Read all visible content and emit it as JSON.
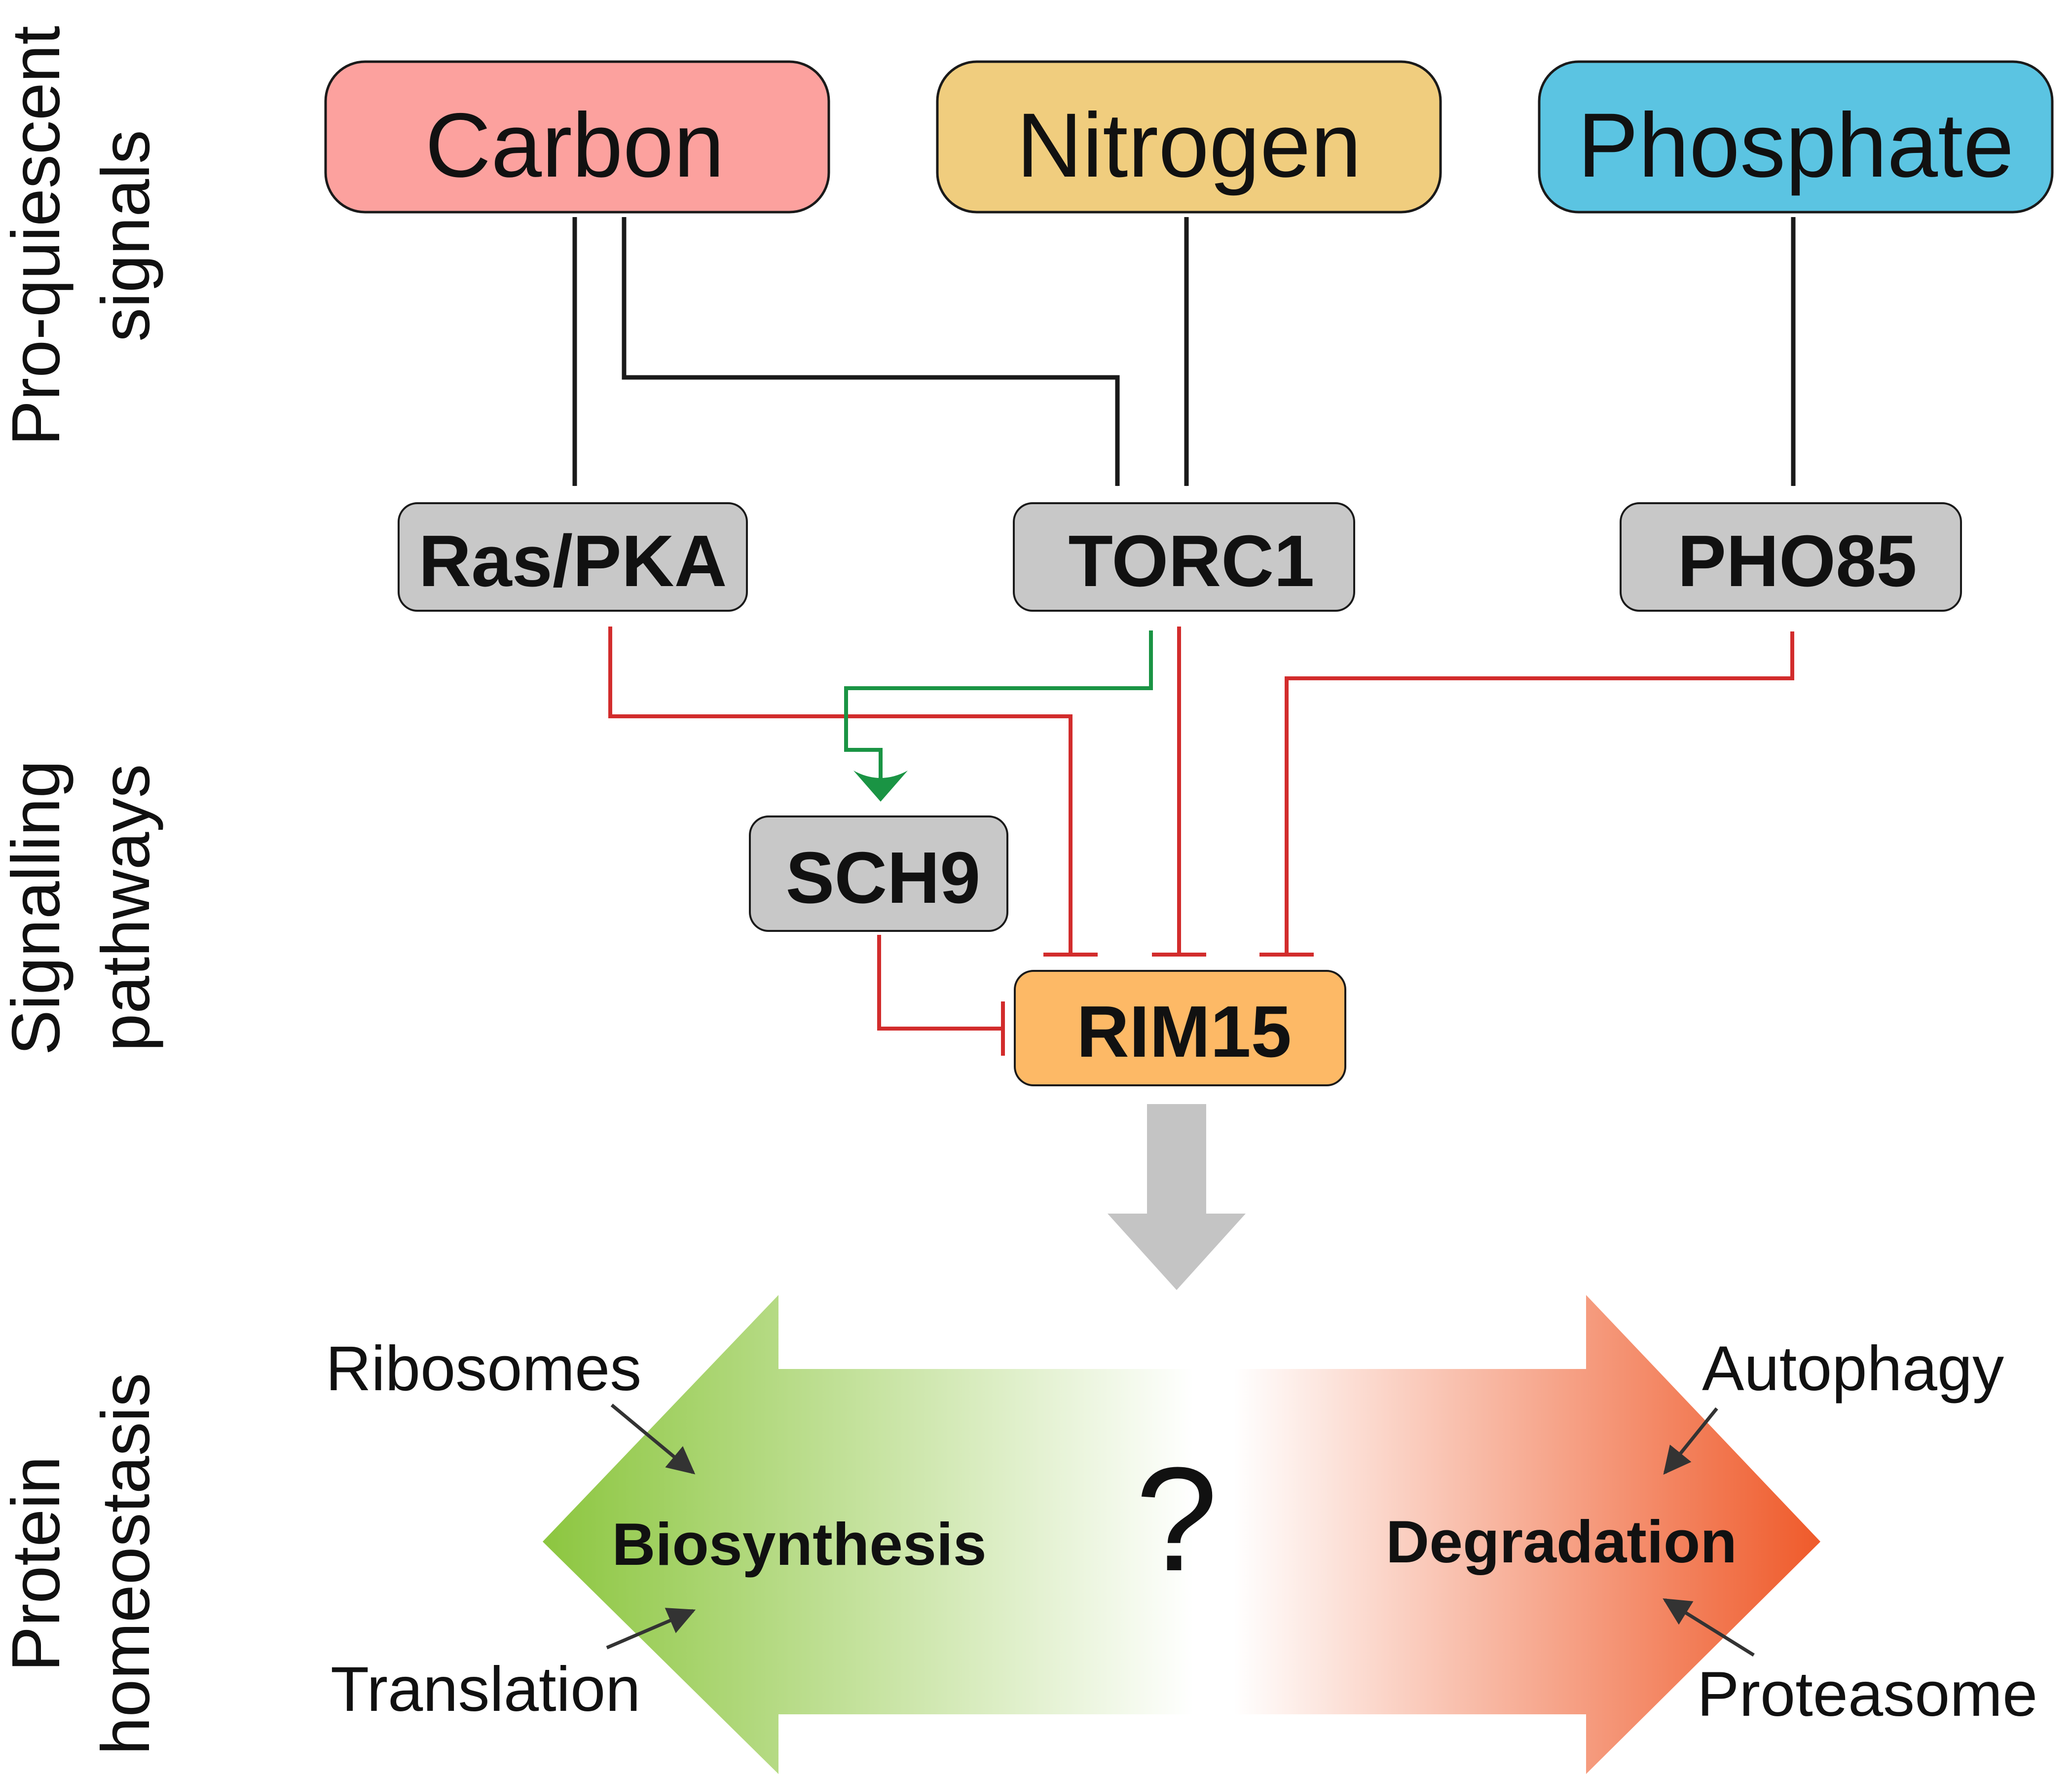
{
  "side_labels": {
    "pro_quiescent": [
      "Pro-quiescent",
      "signals"
    ],
    "signalling": [
      "Signalling",
      "pathways"
    ],
    "protein": [
      "Protein",
      "homeostasis"
    ]
  },
  "signals": {
    "carbon": {
      "label": "Carbon",
      "color": "#fca19e"
    },
    "nitrogen": {
      "label": "Nitrogen",
      "color": "#f0cd7e"
    },
    "phosphate": {
      "label": "Phosphate",
      "color": "#5bc4e2"
    }
  },
  "pathways": {
    "ras_pka": "Ras/PKA",
    "torc1": "TORC1",
    "pho85": "PHO85",
    "sch9": "SCH9",
    "rim15": "RIM15"
  },
  "pathway_color": "#c8c8c8",
  "rim15_color": "#fdb966",
  "inhibition_color": "#d22c2c",
  "activation_color": "#1a9444",
  "outcomes": {
    "biosynthesis": "Biosynthesis",
    "degradation": "Degradation",
    "question": "?",
    "biosynthesis_color": "#8cc63f",
    "degradation_color": "#ef5a2a"
  },
  "contributors": {
    "ribosomes": "Ribosomes",
    "translation": "Translation",
    "autophagy": "Autophagy",
    "proteasome": "Proteasome"
  }
}
